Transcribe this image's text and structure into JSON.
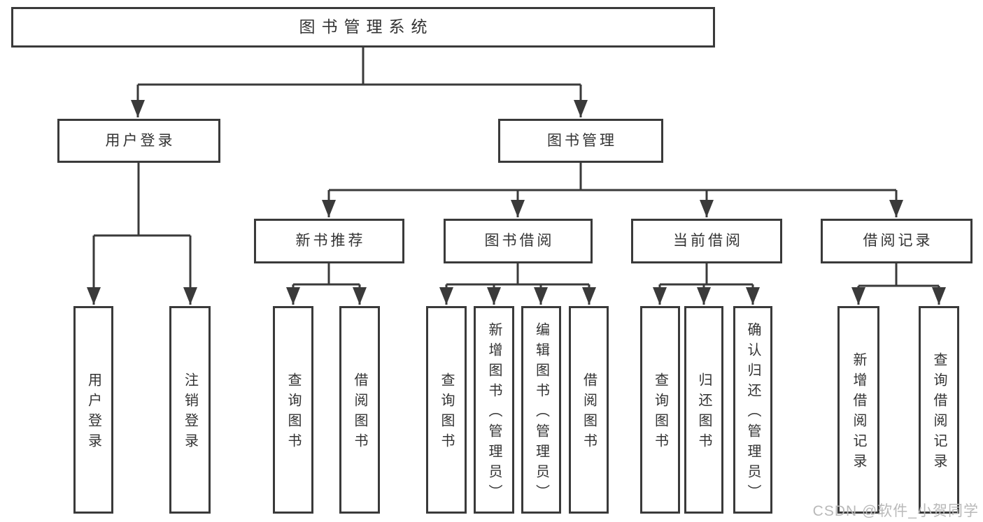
{
  "colors": {
    "line": "#3a3a3a",
    "box_border": "#3a3a3a",
    "text": "#333333",
    "background": "#ffffff",
    "watermark": "#b9b9b9"
  },
  "tree": {
    "root": {
      "label": "图书管理系统",
      "children": [
        {
          "label": "用户登录",
          "children": [
            {
              "label": "用户登录"
            },
            {
              "label": "注销登录"
            }
          ]
        },
        {
          "label": "图书管理",
          "children": [
            {
              "label": "新书推荐",
              "children": [
                {
                  "label": "查询图书"
                },
                {
                  "label": "借阅图书"
                }
              ]
            },
            {
              "label": "图书借阅",
              "children": [
                {
                  "label": "查询图书"
                },
                {
                  "label": "新增图书（管理员）"
                },
                {
                  "label": "编辑图书（管理员）"
                },
                {
                  "label": "借阅图书"
                }
              ]
            },
            {
              "label": "当前借阅",
              "children": [
                {
                  "label": "查询图书"
                },
                {
                  "label": "归还图书"
                },
                {
                  "label": "确认归还（管理员）"
                }
              ]
            },
            {
              "label": "借阅记录",
              "children": [
                {
                  "label": "新增借阅记录"
                },
                {
                  "label": "查询借阅记录"
                }
              ]
            }
          ]
        }
      ]
    }
  },
  "watermark": {
    "text": "CSDN @软件_小贺同学"
  }
}
